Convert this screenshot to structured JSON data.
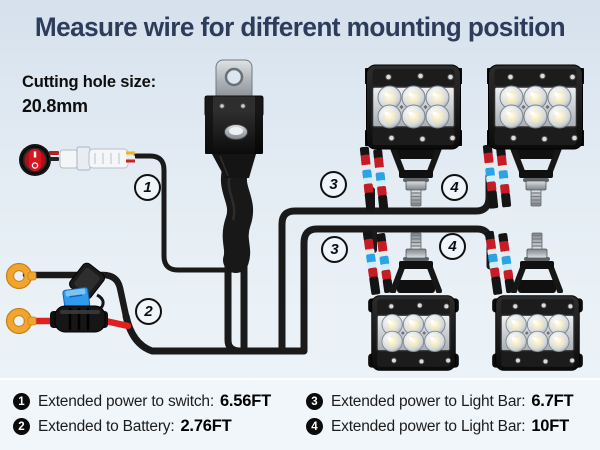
{
  "title": "Measure wire for different mounting position",
  "cutting_hole": {
    "label": "Cutting hole size:",
    "value": "20.8mm"
  },
  "markers": {
    "m1": "1",
    "m2": "2",
    "m3": "3",
    "m4": "4"
  },
  "legend": {
    "items": [
      {
        "num": "1",
        "label": "Extended power to switch:",
        "value": "6.56FT"
      },
      {
        "num": "2",
        "label": "Extended to Battery:",
        "value": "2.76FT"
      },
      {
        "num": "3",
        "label": "Extended power to Light Bar:",
        "value": "6.7FT"
      },
      {
        "num": "4",
        "label": "Extended power to Light Bar:",
        "value": "10FT"
      }
    ]
  },
  "components": {
    "switch": "rocker-switch",
    "connector": "quick-connector",
    "relay": "relay-box",
    "fuse": "inline-fuse-holder",
    "battery_terminals": "ring-terminals",
    "lights": "led-light-pod x4"
  },
  "colors": {
    "title": "#2c3c5a",
    "wire_black": "#1a1a1a",
    "power_wire_red": "#e01f1f",
    "terminal_orange": "#f2a52e",
    "fuse_blue": "#2f9bee",
    "connector_blue": "#2ba3e6",
    "connector_red": "#c51c26",
    "legend_bg": "#f1f6fa"
  }
}
